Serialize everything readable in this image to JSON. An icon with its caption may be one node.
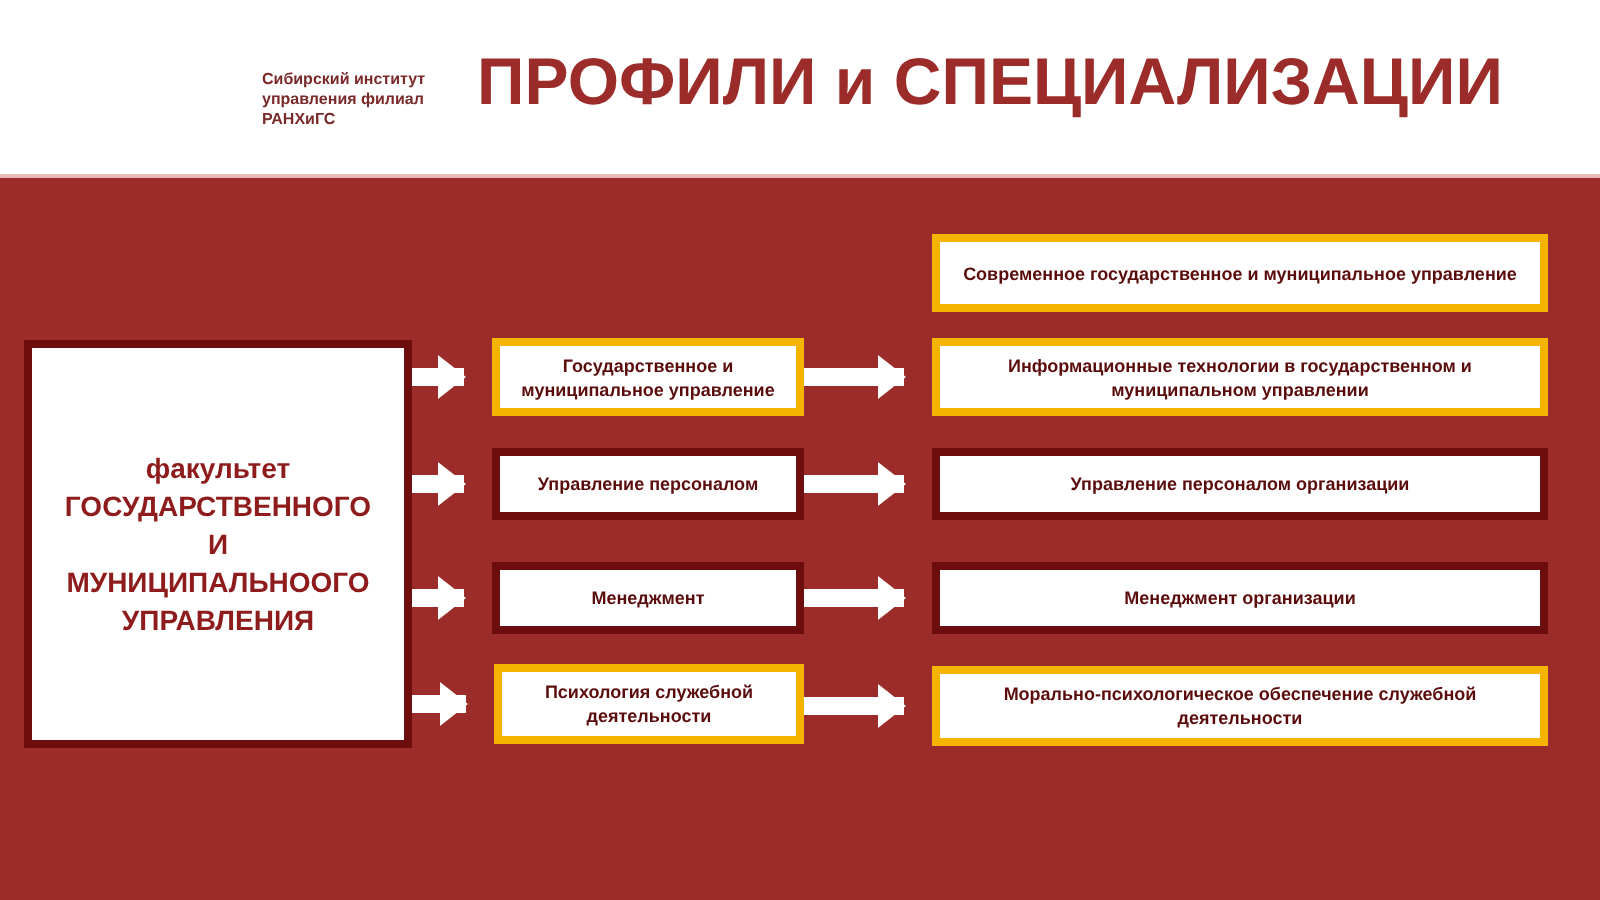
{
  "diagram": {
    "title": "ПРОФИЛИ и СПЕЦИАЛИЗАЦИИ",
    "nodes": [
      {
        "text": [
          "факультет ГОСУДАРСТВЕННОГО И МУНИЦИПАЛЬНООГО УПРАВЛЕНИЯ"
        ]
      },
      {
        "text": [
          "Государственное и муниципальное управление"
        ]
      },
      {
        "text": [
          "Управление персоналом"
        ]
      },
      {
        "text": [
          "Менеджмент"
        ]
      },
      {
        "text": [
          "Психология служебной деятельности"
        ]
      },
      {
        "text": [
          "Современное государственное и муниципальное управление"
        ]
      },
      {
        "text": [
          "Информационные технологии в государственном и муниципальном управлении"
        ]
      },
      {
        "text": [
          "Управление персоналом организации"
        ]
      },
      {
        "text": [
          "Менеджмент организации"
        ]
      },
      {
        "text": [
          "Морально-психологическое обеспечение служебной деятельности"
        ]
      }
    ],
    "edges": [
      {
        "from": 0,
        "to": 1,
        "arrow": "to"
      },
      {
        "from": 0,
        "to": 2,
        "arrow": "to"
      },
      {
        "from": 0,
        "to": 3,
        "arrow": "to"
      },
      {
        "from": 0,
        "to": 4,
        "arrow": "to"
      },
      {
        "from": 1,
        "to": 6,
        "arrow": "to"
      },
      {
        "from": 2,
        "to": 7,
        "arrow": "to"
      },
      {
        "from": 3,
        "to": 8,
        "arrow": "to"
      },
      {
        "from": 4,
        "to": 9,
        "arrow": "to"
      }
    ],
    "labels": [
      "Сибирский институт управления филиал РАНХиГС"
    ]
  }
}
